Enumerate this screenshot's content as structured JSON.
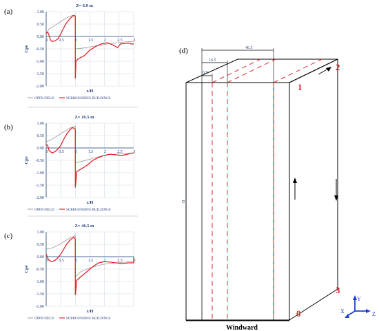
{
  "panels": {
    "a": "(a)",
    "b": "(b)",
    "c": "(c)",
    "d": "(d)"
  },
  "colors": {
    "open_field": "#9a9a9a",
    "surrounding": "#e4212b",
    "axis": "#1f3f7a",
    "grid": "#cfd9e6",
    "dashed": "#e4212b",
    "coord_axes": "#1e3fd0"
  },
  "chart_data": [
    {
      "type": "line",
      "title": "Z= 6.9 m",
      "xlabel": "z/H",
      "ylabel": "Cpe",
      "xlim": [
        0,
        3
      ],
      "ylim": [
        -2.0,
        1.0
      ],
      "xticks": [
        "0",
        "0.5",
        "1",
        "1.5",
        "2",
        "2.5",
        "3"
      ],
      "yticks": [
        "1.00",
        "0.50",
        "0.00",
        "-0.50",
        "-1.00",
        "-1.50",
        "-2.00"
      ],
      "series": [
        {
          "name": "OPEN FIELD",
          "x": [
            0,
            0.1,
            0.3,
            0.5,
            0.7,
            0.9,
            1.0,
            1.0,
            1.2,
            1.5,
            1.8,
            2.1,
            2.4,
            2.7,
            3.0
          ],
          "y": [
            0.1,
            0.3,
            0.45,
            0.6,
            0.75,
            0.85,
            0.85,
            -0.5,
            -0.48,
            -0.42,
            -0.36,
            -0.3,
            -0.26,
            -0.22,
            -0.2
          ]
        },
        {
          "name": "SURROUNDING BUILDINGS",
          "x": [
            0,
            0.05,
            0.1,
            0.15,
            0.2,
            0.3,
            0.4,
            0.5,
            0.6,
            0.7,
            0.8,
            0.9,
            0.95,
            1.0,
            1.0,
            1.02,
            1.1,
            1.3,
            1.5,
            1.7,
            1.9,
            2.1,
            2.3,
            2.45,
            2.55,
            2.7,
            2.85,
            2.9,
            3.0
          ],
          "y": [
            0.12,
            0.18,
            0.05,
            -0.15,
            -0.2,
            -0.18,
            -0.1,
            0.1,
            0.35,
            0.55,
            0.7,
            0.82,
            0.85,
            0.8,
            -1.7,
            -1.0,
            -0.9,
            -0.78,
            -0.55,
            -0.4,
            -0.3,
            -0.25,
            -0.35,
            -0.45,
            -0.3,
            -0.28,
            -0.27,
            -0.3,
            -0.3
          ]
        }
      ],
      "legend": [
        "OPEN FIELD",
        "SURROUNDING BUILDINGS"
      ]
    },
    {
      "type": "line",
      "title": "Z= 16.5 m",
      "xlabel": "z/H",
      "ylabel": "Cpe",
      "xlim": [
        0,
        3
      ],
      "ylim": [
        -2.0,
        1.0
      ],
      "xticks": [
        "0",
        "0.5",
        "1",
        "1.5",
        "2",
        "2.5",
        "3"
      ],
      "yticks": [
        "1.00",
        "0.50",
        "0.00",
        "-0.50",
        "-1.00",
        "-1.50",
        "-2.00"
      ],
      "series": [
        {
          "name": "OPEN FIELD",
          "x": [
            0,
            0.2,
            0.4,
            0.6,
            0.8,
            1.0,
            1.0,
            1.2,
            1.5,
            1.8,
            2.1,
            2.4,
            2.7,
            3.0
          ],
          "y": [
            0.25,
            0.35,
            0.5,
            0.65,
            0.8,
            0.88,
            -0.6,
            -0.55,
            -0.45,
            -0.35,
            -0.28,
            -0.25,
            -0.22,
            -0.2
          ]
        },
        {
          "name": "SURROUNDING BUILDINGS",
          "x": [
            0,
            0.05,
            0.1,
            0.2,
            0.3,
            0.4,
            0.5,
            0.6,
            0.7,
            0.8,
            0.9,
            0.95,
            1.0,
            1.0,
            1.05,
            1.2,
            1.4,
            1.6,
            1.8,
            2.0,
            2.2,
            2.4,
            2.6,
            2.8,
            2.9,
            3.0
          ],
          "y": [
            0.15,
            0.1,
            -0.1,
            -0.2,
            -0.15,
            -0.05,
            0.1,
            0.35,
            0.55,
            0.72,
            0.82,
            0.8,
            0.75,
            -1.6,
            -0.95,
            -0.85,
            -0.7,
            -0.5,
            -0.38,
            -0.3,
            -0.25,
            -0.28,
            -0.3,
            -0.25,
            -0.22,
            -0.2
          ]
        }
      ],
      "legend": [
        "OPEN FIELD",
        "SURROUNDING BUILDINGS"
      ]
    },
    {
      "type": "line",
      "title": "Z= 46.5 m",
      "xlabel": "z/H",
      "ylabel": "Cpe",
      "xlim": [
        0,
        3
      ],
      "ylim": [
        -2.0,
        1.0
      ],
      "xticks": [
        "0",
        "0.5",
        "1",
        "1.5",
        "2",
        "2.5",
        "3"
      ],
      "yticks": [
        "1.00",
        "0.50",
        "0.00",
        "-0.50",
        "-1.00",
        "-1.50",
        "-2.00"
      ],
      "series": [
        {
          "name": "OPEN FIELD",
          "x": [
            0,
            0.2,
            0.4,
            0.6,
            0.8,
            1.0,
            1.0,
            1.2,
            1.5,
            1.8,
            2.1,
            2.4,
            2.7,
            3.0
          ],
          "y": [
            0.3,
            0.35,
            0.45,
            0.6,
            0.75,
            0.85,
            -0.8,
            -0.6,
            -0.45,
            -0.35,
            -0.28,
            -0.25,
            -0.22,
            -0.2
          ]
        },
        {
          "name": "SURROUNDING BUILDINGS",
          "x": [
            0,
            0.05,
            0.1,
            0.2,
            0.3,
            0.4,
            0.5,
            0.6,
            0.7,
            0.8,
            0.9,
            0.95,
            1.0,
            1.0,
            1.05,
            1.2,
            1.4,
            1.6,
            1.8,
            2.0,
            2.2,
            2.4,
            2.6,
            2.8,
            2.85,
            3.0,
            3.0
          ],
          "y": [
            0.1,
            -0.05,
            -0.15,
            -0.2,
            -0.15,
            -0.05,
            0.1,
            0.3,
            0.5,
            0.65,
            0.75,
            0.78,
            0.7,
            -1.55,
            -0.95,
            -0.8,
            -0.6,
            -0.4,
            -0.25,
            -0.2,
            -0.22,
            -0.25,
            -0.28,
            -0.25,
            -0.25,
            -0.25,
            0.0
          ]
        }
      ],
      "legend": [
        "OPEN FIELD",
        "SURROUNDING BUILDINGS"
      ]
    }
  ],
  "diagram": {
    "dims": [
      "46.5",
      "16.5",
      "6.9"
    ],
    "height_label": "H",
    "corners": [
      "1",
      "2",
      "3",
      "0"
    ],
    "windward": "Windward",
    "axes": [
      "Y",
      "Z",
      "X"
    ]
  }
}
